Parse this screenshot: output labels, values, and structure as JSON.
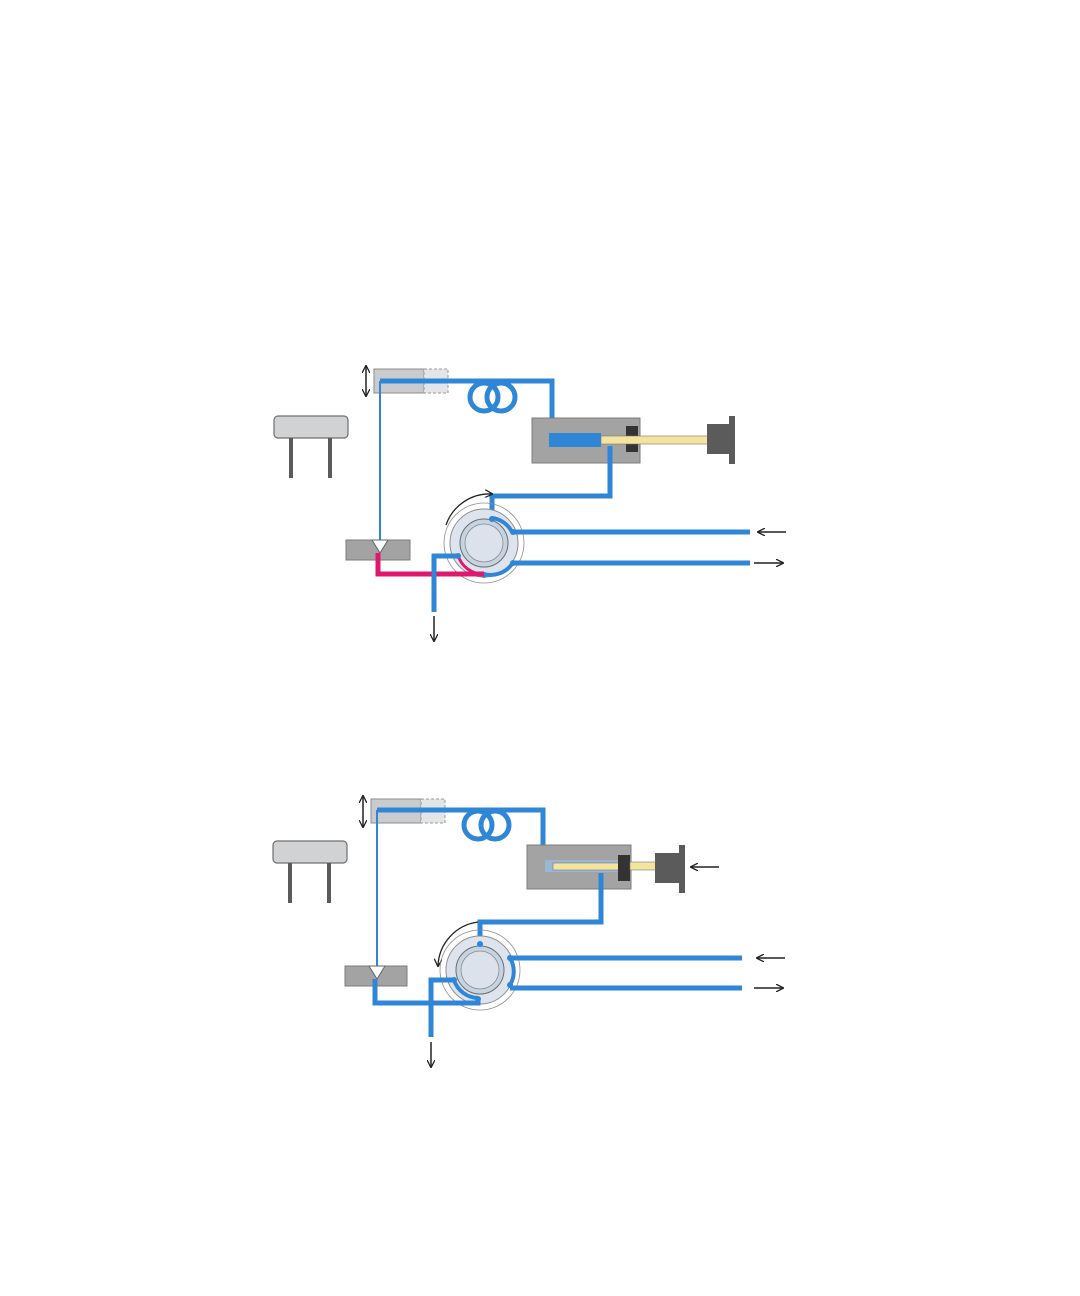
{
  "diagram": {
    "panels": [
      {
        "id": "upper",
        "rotor_direction": "clockwise",
        "plunger_pushed": false,
        "sample_loop_filled": true
      },
      {
        "id": "lower",
        "rotor_direction": "counterclockwise",
        "plunger_pushed": true,
        "sample_loop_filled": false
      }
    ]
  },
  "colors": {
    "tubing": "#2f86d6",
    "sample": "#e0186d",
    "body_gray": "#a3a3a3",
    "dark_gray": "#5b5b5b",
    "light_gray": "#c9cbcd",
    "rotor_fill": "#dde4ee",
    "plunger_rod": "#f4e49d",
    "arrow": "#222222"
  },
  "icons": {
    "vertical_double_arrow": "up-down-arrow-icon",
    "rotation_arrow": "curved-arrow-icon",
    "flow_arrow": "straight-arrow-icon",
    "vial_tray": "sample-tray-icon"
  }
}
